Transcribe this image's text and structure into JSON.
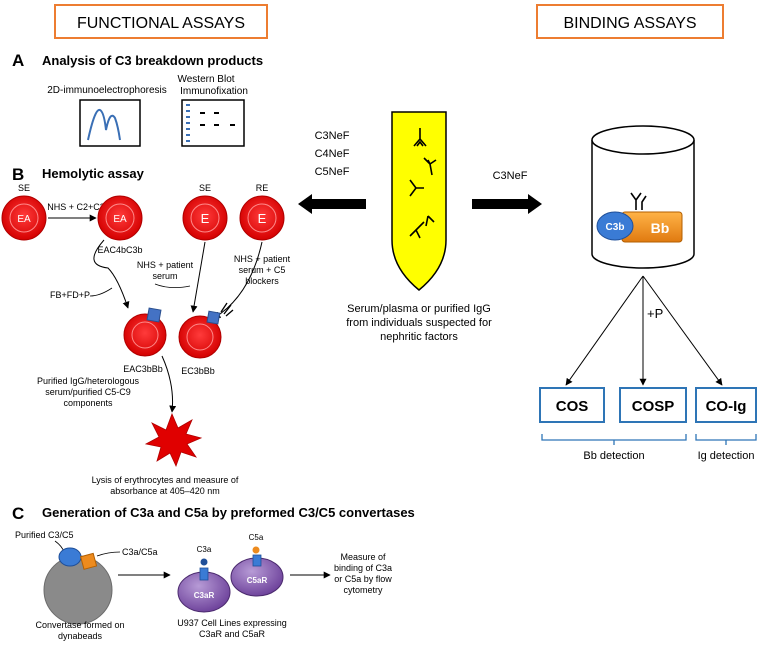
{
  "headers": {
    "functional": "FUNCTIONAL ASSAYS",
    "binding": "BINDING ASSAYS",
    "border_color": "#ED7D31"
  },
  "sectionA": {
    "letter": "A",
    "title": "Analysis of C3 breakdown products",
    "immuno_label": "2D-immunoelectrophoresis",
    "wb_label_1": "Western Blot",
    "wb_label_2": "Immunofixation"
  },
  "sectionB": {
    "letter": "B",
    "title": "Hemolytic assay",
    "se1": "SE",
    "ea1": "EA",
    "nhs_c2c3": "NHS + C2+C3",
    "ea2": "EA",
    "eac4bc3b": "EAC4bC3b",
    "se2": "SE",
    "e1": "E",
    "re": "RE",
    "e2": "E",
    "nhs_patient_1": "NHS + patient",
    "nhs_patient_2": "serum",
    "nhs_blockers_1": "NHS + patient",
    "nhs_blockers_2": "serum + C5",
    "nhs_blockers_3": "blockers",
    "fb_fd_p": "FB+FD+P",
    "eac3bbb": "EAC3bBb",
    "ec3bbb": "EC3bBb",
    "purified_1": "Purified IgG/heterologous",
    "purified_2": "serum/purified C5-C9",
    "purified_3": "components",
    "lysis_1": "Lysis of erythrocytes and measure of",
    "lysis_2": "absorbance at 405–420 nm"
  },
  "center": {
    "nef_1": "C3NeF",
    "nef_2": "C4NeF",
    "nef_3": "C5NeF",
    "right_nef": "C3NeF",
    "serum_1": "Serum/plasma or purified IgG",
    "serum_2": "from individuals suspected for",
    "serum_3": "nephritic factors",
    "tube_color": "#FFFF00"
  },
  "binding": {
    "c3b": "C3b",
    "bb": "Bb",
    "plus_p": "+P",
    "cos": "COS",
    "cosp": "COSP",
    "coig": "CO-Ig",
    "bb_detection": "Bb detection",
    "ig_detection": "Ig detection",
    "box_color": "#2E75B6",
    "c3b_color": "#3A7BD5",
    "bb_color": "#ED8B1E"
  },
  "sectionC": {
    "letter": "C",
    "title": "Generation of C3a and C5a by preformed C3/C5 convertases",
    "purified": "Purified C3/C5",
    "c3a_c5a": "C3a/C5a",
    "convertase_1": "Convertase formed on",
    "convertase_2": "dynabeads",
    "c3a": "C3a",
    "c5a": "C5a",
    "c3ar": "C3aR",
    "c5ar": "C5aR",
    "u937_1": "U937 Cell Lines expressing",
    "u937_2": "C3aR and C5aR",
    "measure_1": "Measure of",
    "measure_2": "binding of C3a",
    "measure_3": "or C5a by flow",
    "measure_4": "cytometry"
  }
}
